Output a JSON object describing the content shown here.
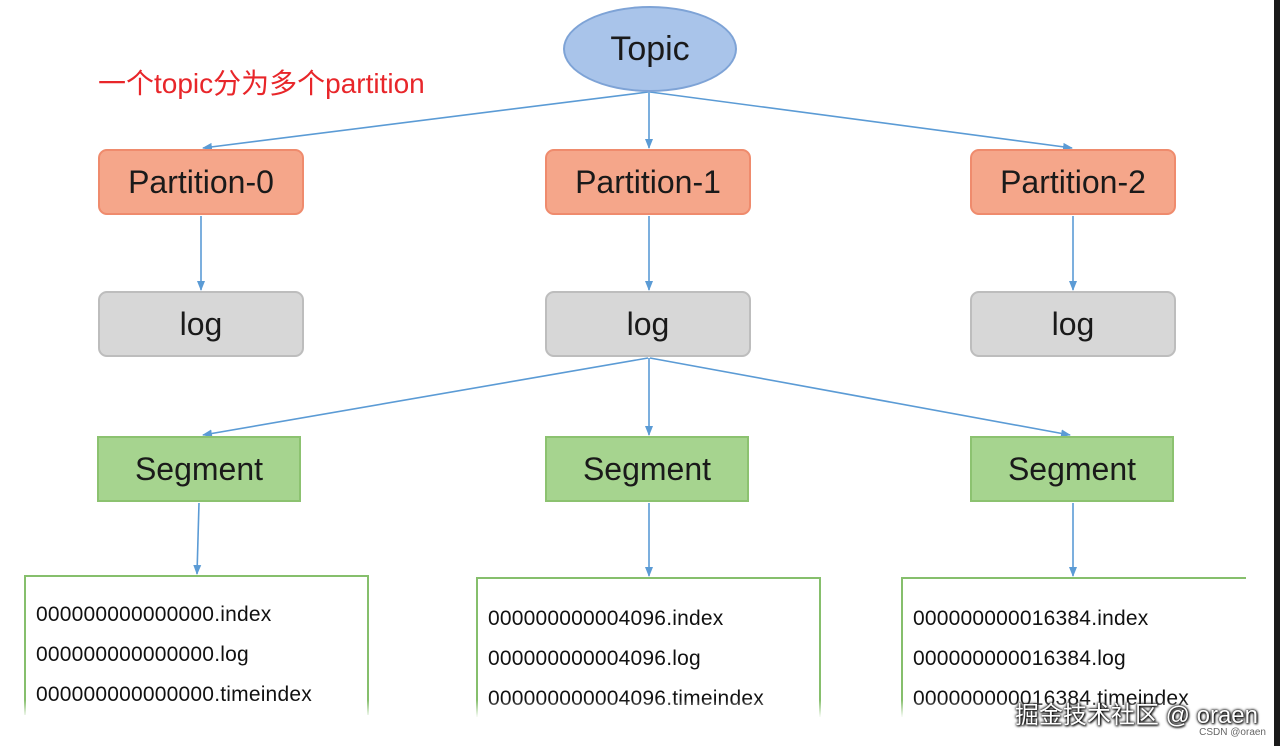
{
  "annotation": "一个topic分为多个partition",
  "topic": {
    "label": "Topic"
  },
  "partitions": [
    {
      "label": "Partition-0",
      "log": "log"
    },
    {
      "label": "Partition-1",
      "log": "log"
    },
    {
      "label": "Partition-2",
      "log": "log"
    }
  ],
  "segments": [
    {
      "label": "Segment",
      "files": [
        "000000000000000.index",
        "000000000000000.log",
        "000000000000000.timeindex"
      ]
    },
    {
      "label": "Segment",
      "files": [
        "000000000004096.index",
        "000000000004096.log",
        "000000000004096.timeindex"
      ]
    },
    {
      "label": "Segment",
      "files": [
        "000000000016384.index",
        "000000000016384.log",
        "000000000016384.timeindex"
      ]
    }
  ],
  "watermark": {
    "main": "掘金技术社区 @ oraen",
    "small": "CSDN @oraen"
  },
  "colors": {
    "topic": "#a9c4ea",
    "partition": "#f5a68a",
    "log": "#d7d7d7",
    "segment": "#a6d48f",
    "arrow": "#5b9bd5",
    "annotation": "#e8262a"
  }
}
